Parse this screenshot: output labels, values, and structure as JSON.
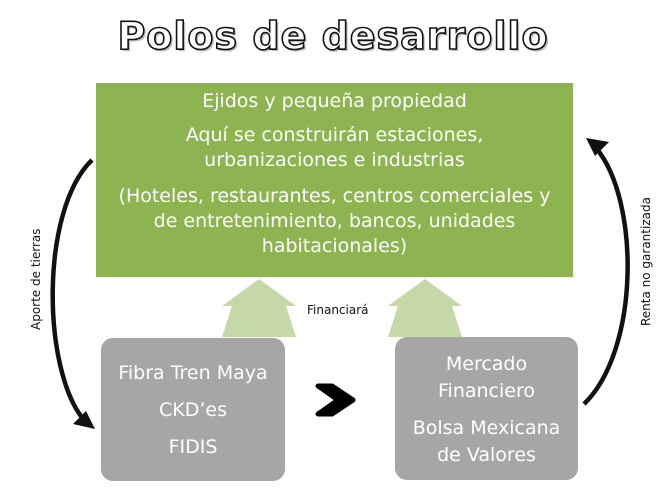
{
  "title": "Polos de desarrollo",
  "top_box": {
    "line1": "Ejidos y pequeña propiedad",
    "line2a": "Aquí se construirán estaciones,",
    "line2b": "urbanizaciones e industrias",
    "line3a": "(Hoteles, restaurantes, centros comerciales y",
    "line3b": "de entretenimiento, bancos, unidades",
    "line3c": "habitacionales)"
  },
  "left_box": {
    "items": [
      "Fibra Tren Maya",
      "CKD’es",
      "FIDIS"
    ]
  },
  "right_box": {
    "line1a": "Mercado",
    "line1b": "Financiero",
    "line2a": "Bolsa Mexicana",
    "line2b": "de Valores"
  },
  "labels": {
    "financiara": "Financiará",
    "aporte": "Aporte de tierras",
    "renta": "Renta no garantizada"
  },
  "colors": {
    "green": "#8db451",
    "gray": "#a6a6a6",
    "light_green_arrow": "#c5d9a8",
    "dark": "#111111"
  }
}
